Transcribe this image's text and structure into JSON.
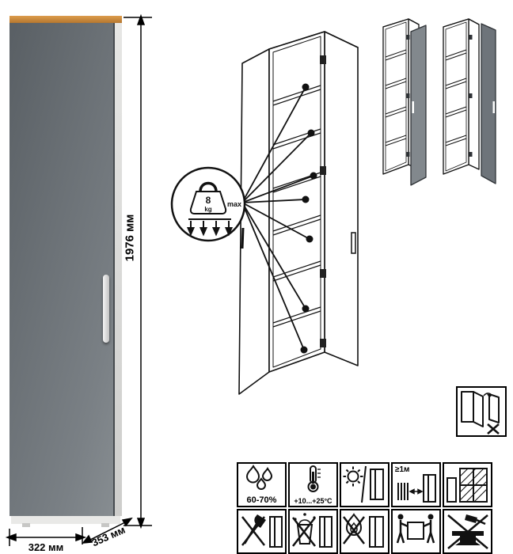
{
  "diagram": {
    "subject": "tall single-door cabinet technical sheet"
  },
  "dimensions": {
    "height": "1976 мм",
    "width": "322 мм",
    "depth": "353 мм"
  },
  "load": {
    "value": "8",
    "unit": "kg",
    "max_label": "max"
  },
  "care_labels": {
    "humidity": "60-70%",
    "temperature": "+10...+25°C",
    "min_distance": "≥1м"
  },
  "colors": {
    "cabinet_front_gray": "#6e7478",
    "cabinet_top_wood": "#c9873e",
    "cabinet_side_white": "#dedddb",
    "variant_door_gray_light": "#82888d",
    "variant_door_gray_dark": "#6e747a",
    "outline": "#111111"
  },
  "icons": {
    "callout": "kettlebell-weight-limit",
    "top_right": [
      "door-hinged-left-variant",
      "door-hinged-right-variant"
    ],
    "single": "door-installation-warning",
    "row1": [
      "humidity-drops",
      "thermometer",
      "sun-and-cabinet",
      "radiator-distance",
      "wall-hatch"
    ],
    "row2": [
      "no-axe",
      "no-water",
      "no-open-flame",
      "carry-two-persons",
      "no-hammer-impact"
    ]
  }
}
